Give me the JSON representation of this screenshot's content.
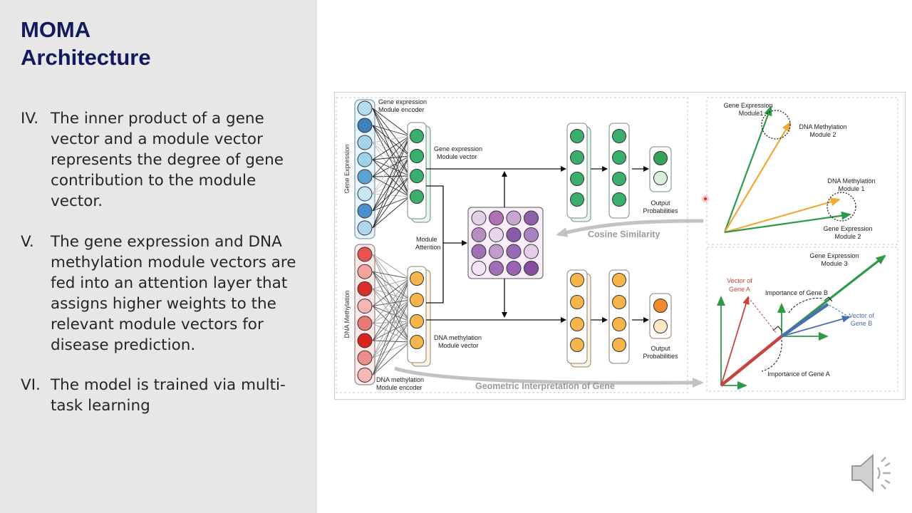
{
  "slide": {
    "title_line1": "MOMA",
    "title_line2": "Architecture",
    "bullets": [
      {
        "num": "IV.",
        "text": "The inner product of a gene vector and a module vector represents the degree of gene contribution to the module vector."
      },
      {
        "num": "V.",
        "text": "The gene expression and DNA methylation module vectors are fed into an attention layer that assigns higher weights to the relevant module vectors for disease prediction."
      },
      {
        "num": "VI.",
        "text": "The model is trained via multi-task learning"
      }
    ]
  },
  "diagram": {
    "labels": {
      "gene_expression_axis": "Gene Expression",
      "dna_methylation_axis": "DNA Methylation",
      "ge_encoder_1": "Gene expression",
      "ge_encoder_2": "Module encoder",
      "ge_module_vector_1": "Gene expression",
      "ge_module_vector_2": "Module vector",
      "module_attention_1": "Module",
      "module_attention_2": "Attention",
      "output_prob_top_1": "Output",
      "output_prob_top_2": "Probabilities",
      "dm_module_vector_1": "DNA methylation",
      "dm_module_vector_2": "Module vector",
      "output_prob_bottom_1": "Output",
      "output_prob_bottom_2": "Probabilities",
      "dm_encoder_1": "DNA methylation",
      "dm_encoder_2": "Module encoder",
      "cosine_similarity": "Cosine Similarity",
      "geometric_interpretation": "Geometric Interpretation of Gene",
      "ge_module1_a": "Gene Expression",
      "ge_module1_b": "Module1",
      "dm_module2_a": "DNA Methylation",
      "dm_module2_b": "Module 2",
      "dm_module1_a": "DNA Methylation",
      "dm_module1_b": "Module 1",
      "ge_module2_a": "Gene Expression",
      "ge_module2_b": "Module 2",
      "ge_module3_a": "Gene Expression",
      "ge_module3_b": "Module 3",
      "vector_gene_a_1": "Vector of",
      "vector_gene_a_2": "Gene A",
      "importance_gene_b": "Importance of Gene B",
      "vector_gene_b_1": "Vector of",
      "vector_gene_b_2": "Gene B",
      "importance_gene_a": "Importance of Gene A"
    },
    "colors": {
      "ge_input": [
        "#b3dcef",
        "#3f7fbf",
        "#a6d3ea",
        "#9fd2ea",
        "#5aa4d4",
        "#c8e5f3",
        "#4a8fcc",
        "#aed8ee"
      ],
      "dm_input": [
        "#e8534f",
        "#f3a3a0",
        "#d9302c",
        "#f5b6b4",
        "#e97a77",
        "#d8241f",
        "#ef8d8a",
        "#f4b8b6"
      ],
      "ge_module": "#3aae6c",
      "dm_module": "#f5b54a",
      "attention": [
        "#e4cfe8",
        "#b06fb6",
        "#c7a6d4",
        "#8f5fa8",
        "#b98cc4",
        "#e8d4ec",
        "#8b5aa7",
        "#ab82c1",
        "#a06fb6",
        "#c29cd0",
        "#9a6ab4",
        "#e3cdea",
        "#f1e3f4",
        "#a06fb6",
        "#9a63b3",
        "#874ea0"
      ],
      "output_top": [
        "#35a35a",
        "#d9efdc"
      ],
      "output_bottom": [
        "#f08a2b",
        "#fde6c5"
      ],
      "green_vec": "#2e9a48",
      "orange_vec": "#f0a838",
      "red_vec": "#c9443e",
      "blue_vec": "#4a6fb0",
      "slide_title": "#12195e"
    },
    "icons": [
      "speaker-icon"
    ]
  }
}
